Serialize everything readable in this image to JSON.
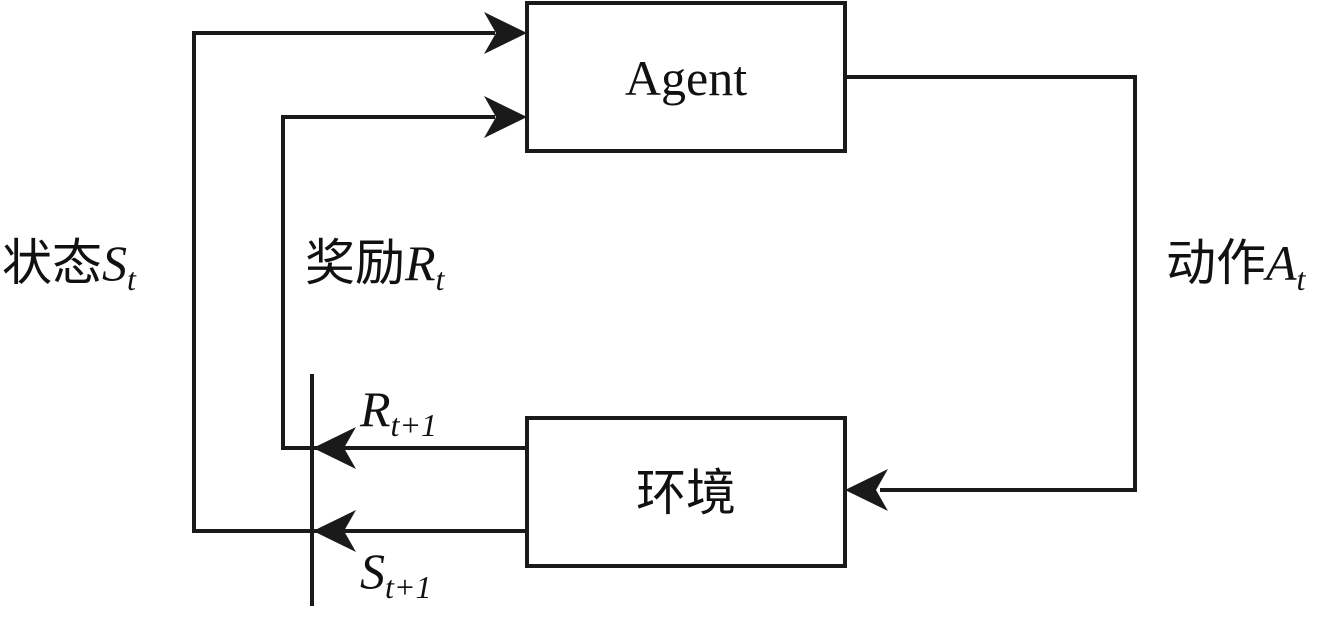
{
  "agent": {
    "label": "Agent"
  },
  "environment": {
    "label": "环境"
  },
  "left_label": {
    "text": "状态",
    "var": "S",
    "sub": "t"
  },
  "mid_label": {
    "text": "奖励",
    "var": "R",
    "sub": "t"
  },
  "right_label": {
    "text": "动作",
    "var": "A",
    "sub": "t"
  },
  "reward_next": {
    "var": "R",
    "sub": "t+1"
  },
  "state_next": {
    "var": "S",
    "sub": "t+1"
  },
  "colors": {
    "line": "#1a1a1a",
    "background": "#ffffff"
  }
}
